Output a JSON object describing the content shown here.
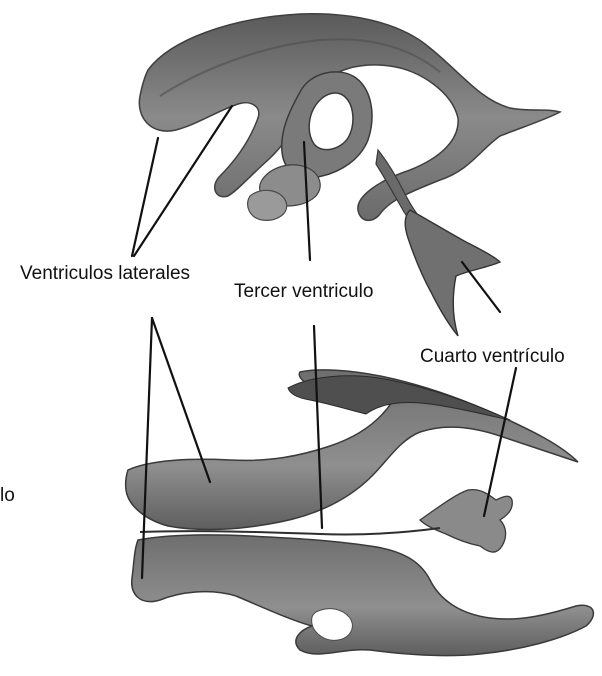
{
  "labels": {
    "lateral_ventricles": "Ventriculos laterales",
    "third_ventricle": "Tercer ventriculo",
    "fourth_ventricle": "Cuarto ventrículo",
    "partial_left_edge": "lo"
  },
  "colors": {
    "ventricle_fill": "#7f7f7f",
    "ventricle_dark": "#4a4a4a",
    "ventricle_light": "#a9a9a9",
    "leader_line": "#111111",
    "text": "#111111",
    "background": "#ffffff"
  }
}
